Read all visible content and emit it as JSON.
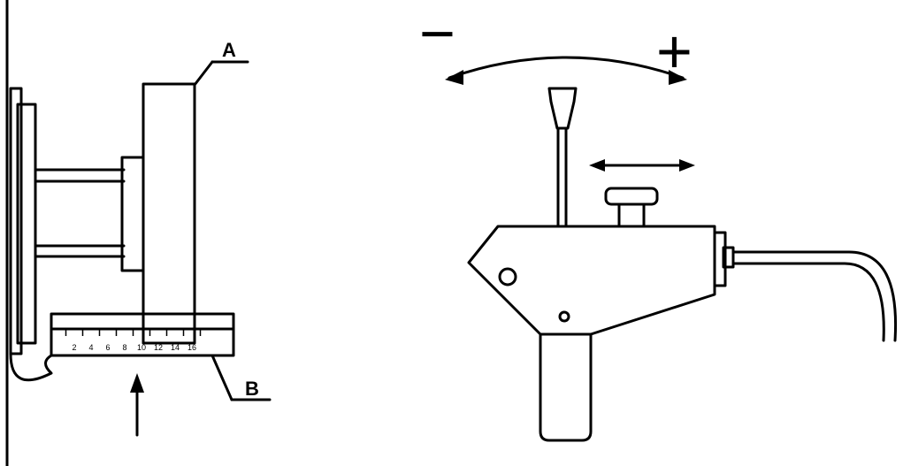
{
  "diagram": {
    "labels": {
      "a": "A",
      "b": "B"
    },
    "scale_ticks": [
      "2",
      "4",
      "6",
      "8",
      "10",
      "12",
      "14",
      "16"
    ],
    "direction_symbols": {
      "minus": "−",
      "plus": "+"
    },
    "stroke_color": "#000000",
    "background_color": "#ffffff"
  }
}
